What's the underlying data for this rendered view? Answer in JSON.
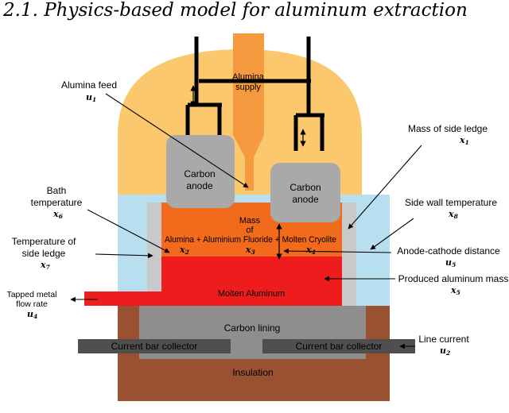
{
  "heading": "2.1.  Physics-based model for aluminum extraction",
  "labels": {
    "alumina_supply_1": "Alumina",
    "alumina_supply_2": "supply",
    "carbon_anode_1": "Carbon",
    "carbon_anode_2": "anode",
    "mass_1": "Mass",
    "mass_2": "of",
    "bath_mix": "Alumina + Aluminium Fluoride + Molten Cryolite",
    "molten_aluminum": "Molten Aluminum",
    "carbon_lining": "Carbon lining",
    "current_bar_collector": "Current bar collector",
    "insulation": "Insulation",
    "alumina_feed": "Alumina feed",
    "mass_side_ledge": "Mass of side ledge",
    "bath_temperature_1": "Bath",
    "bath_temperature_2": "temperature",
    "side_wall_temperature": "Side wall temperature",
    "ledge_temperature_1": "Temperature of",
    "ledge_temperature_2": "side ledge",
    "anode_cathode_distance": "Anode-cathode distance",
    "produced_aluminum_mass": "Produced aluminum mass",
    "tapped_metal_1": "Tapped metal",
    "tapped_metal_2": "flow rate",
    "line_current": "Line current"
  },
  "symbols": {
    "u1": {
      "base": "u",
      "sub": "1"
    },
    "x1": {
      "base": "x",
      "sub": "1"
    },
    "x6": {
      "base": "x",
      "sub": "6"
    },
    "x8": {
      "base": "x",
      "sub": "8"
    },
    "x7": {
      "base": "x",
      "sub": "7"
    },
    "u5": {
      "base": "u",
      "sub": "5"
    },
    "x5": {
      "base": "x",
      "sub": "5"
    },
    "u4": {
      "base": "u",
      "sub": "4"
    },
    "u2": {
      "base": "u",
      "sub": "2"
    },
    "x2": {
      "base": "x",
      "sub": "2"
    },
    "x3": {
      "base": "x",
      "sub": "3"
    },
    "x4": {
      "base": "x",
      "sub": "4"
    }
  },
  "colors": {
    "hood": "#fbc86e",
    "side_wall": "#b7dff0",
    "ledge": "#c9c9cb",
    "bath": "#f26a1b",
    "molten_aluminum": "#ee1c1c",
    "carbon_lining": "#8e8e8e",
    "current_bar": "#4f4f4f",
    "insulation": "#9a5132",
    "anode": "#a9a9a9",
    "feed_tube": "#f59a3e",
    "rod": "#000000"
  }
}
